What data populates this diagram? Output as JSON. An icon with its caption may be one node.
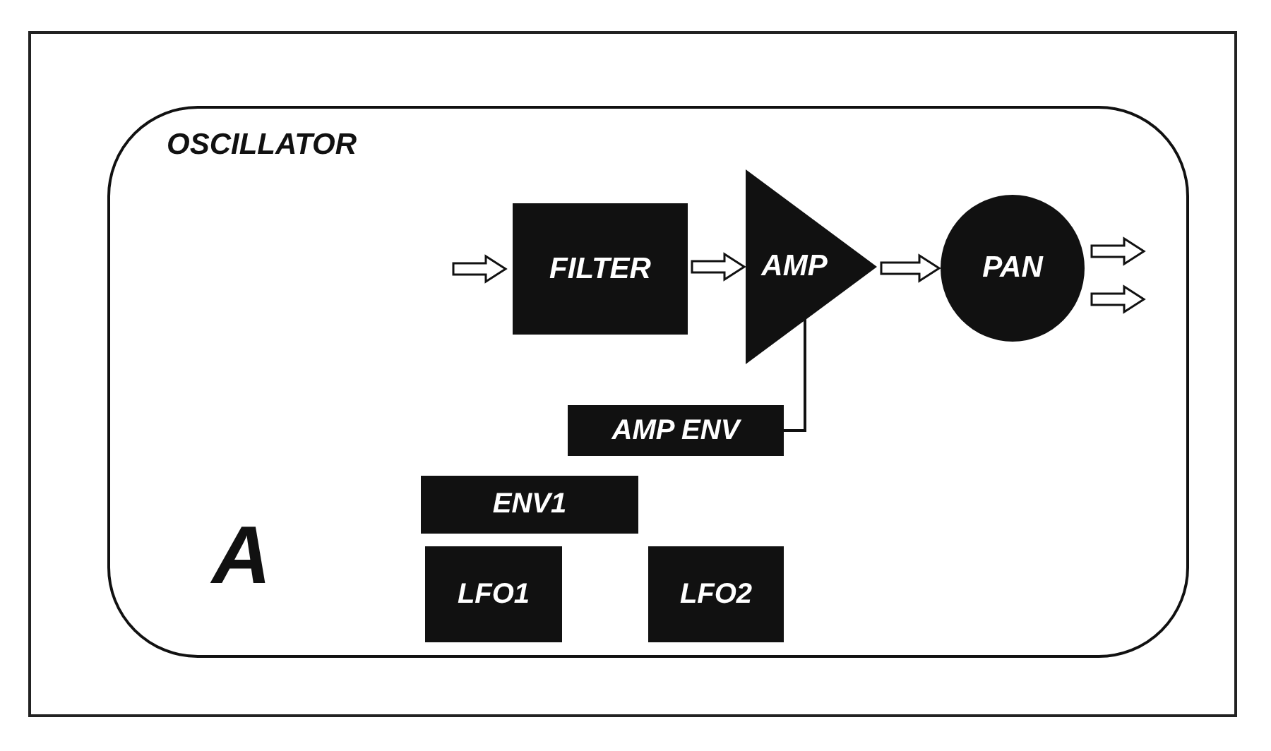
{
  "diagram": {
    "nodes": [
      {
        "text": [
          "OSCILLATOR"
        ]
      },
      {
        "text": [
          "FILTER"
        ],
        "in": 0
      },
      {
        "text": [
          "AMP"
        ],
        "in": 0
      },
      {
        "text": [
          "PAN"
        ],
        "in": 0
      },
      {
        "text": [
          "AMP ENV"
        ],
        "in": 0
      },
      {
        "text": [
          "ENV1"
        ],
        "in": 0
      },
      {
        "text": [
          "LFO1"
        ],
        "in": 0
      },
      {
        "text": [
          "LFO2"
        ],
        "in": 0
      }
    ],
    "edges": [
      {
        "from": null,
        "to": 1,
        "arrow": "to"
      },
      {
        "from": 1,
        "to": 2,
        "arrow": "to"
      },
      {
        "from": 2,
        "to": 3,
        "arrow": "to"
      },
      {
        "from": 3,
        "to": null,
        "arrow": "to"
      },
      {
        "from": 3,
        "to": null,
        "arrow": "to"
      },
      {
        "from": 4,
        "to": 2,
        "arrow": "none"
      }
    ],
    "labels": [
      "A"
    ]
  }
}
